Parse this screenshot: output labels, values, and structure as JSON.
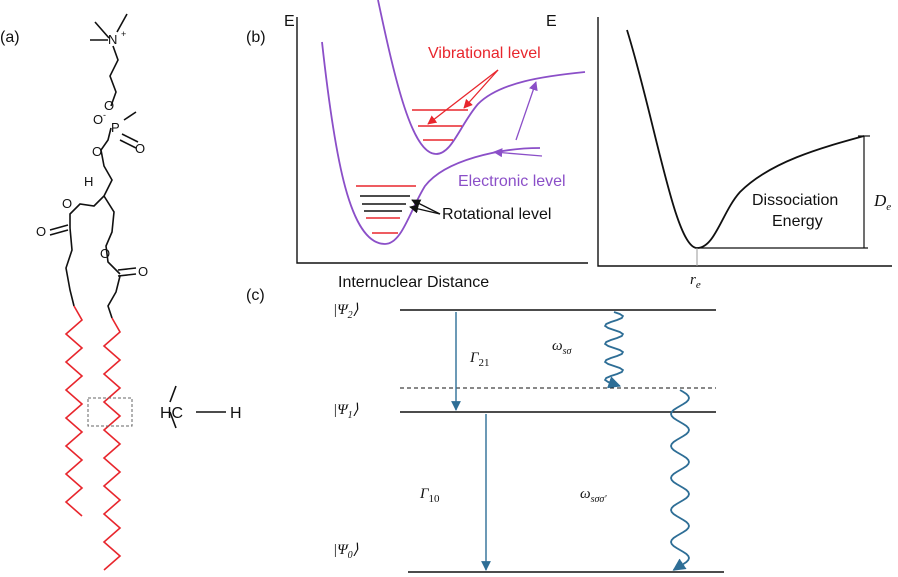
{
  "panel_a": {
    "label": "(a)",
    "hc_label": "HC",
    "h_label": "H",
    "atoms": {
      "n": "N",
      "n_charge": "+",
      "o_minus": "O",
      "o_charge": "-",
      "p": "P",
      "o_eq": "O",
      "o_top": "O",
      "o_bot": "O",
      "h_chiral": "H",
      "o_ester1": "O",
      "o_carbonyl1": "O",
      "o_ester2": "O",
      "o_carbonyl2": "O"
    }
  },
  "panel_b": {
    "label": "(b)",
    "left": {
      "y_axis": "E",
      "x_axis": "Internuclear Distance",
      "vibrational": "Vibrational level",
      "electronic": "Electronic level",
      "rotational": "Rotational level"
    },
    "right": {
      "y_axis": "E",
      "re_label": "r",
      "re_sub": "e",
      "dissociation_line1": "Dissociation",
      "dissociation_line2": "Energy",
      "de_label": "D",
      "de_sub": "e"
    }
  },
  "panel_c": {
    "label": "(c)",
    "psi2": "|Ψ",
    "psi2_sub": "2",
    "psi1": "|Ψ",
    "psi1_sub": "1",
    "psi0": "|Ψ",
    "psi0_sub": "0",
    "ket": "⟩",
    "gamma21": "Γ",
    "gamma21_sub": "21",
    "gamma10": "Γ",
    "gamma10_sub": "10",
    "omega_s": "ω",
    "omega_s_sub": "sσ",
    "omega_s2": "ω",
    "omega_s2_sub": "sσσ'"
  },
  "colors": {
    "red": "#e8262d",
    "purple": "#8b4fc8",
    "teal": "#2e6e96",
    "black": "#111111"
  }
}
